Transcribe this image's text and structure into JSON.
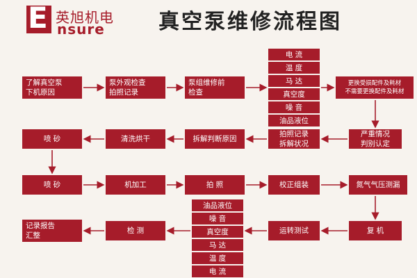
{
  "logo": {
    "letter": "E",
    "cn": "英旭机电",
    "en": "nsure",
    "brand_color": "#a61c2a"
  },
  "title": "真空泵维修流程图",
  "colors": {
    "box": "#a61c2a",
    "background": "#f7f3ee",
    "arrow": "#a61c2a"
  },
  "steps": {
    "s1": "了解真空泵\n下机原因",
    "s2": "泵外观检查\n拍照记录",
    "s3": "泵组维修前\n检查",
    "s4": "更换受损配件及耗材\n不需要更换配件及耗材",
    "s5": "严重情况\n判别认定",
    "s6": "拍照记录\n拆解状况",
    "s7": "拆解判断原因",
    "s8": "清洗烘干",
    "s9": "喷  砂",
    "s10": "喷  砂",
    "s11": "机加工",
    "s12": "拍  照",
    "s13": "校正组装",
    "s14": "氮气气压测漏",
    "s15": "复  机",
    "s16": "运转测试",
    "s17": "检  测",
    "s18": "记录报告\n汇整"
  },
  "check_top": [
    "电  流",
    "温  度",
    "马  达",
    "真空度",
    "噪  音",
    "油品液位"
  ],
  "check_bottom": [
    "油品液位",
    "噪  音",
    "真空度",
    "马  达",
    "温  度",
    "电  流"
  ]
}
